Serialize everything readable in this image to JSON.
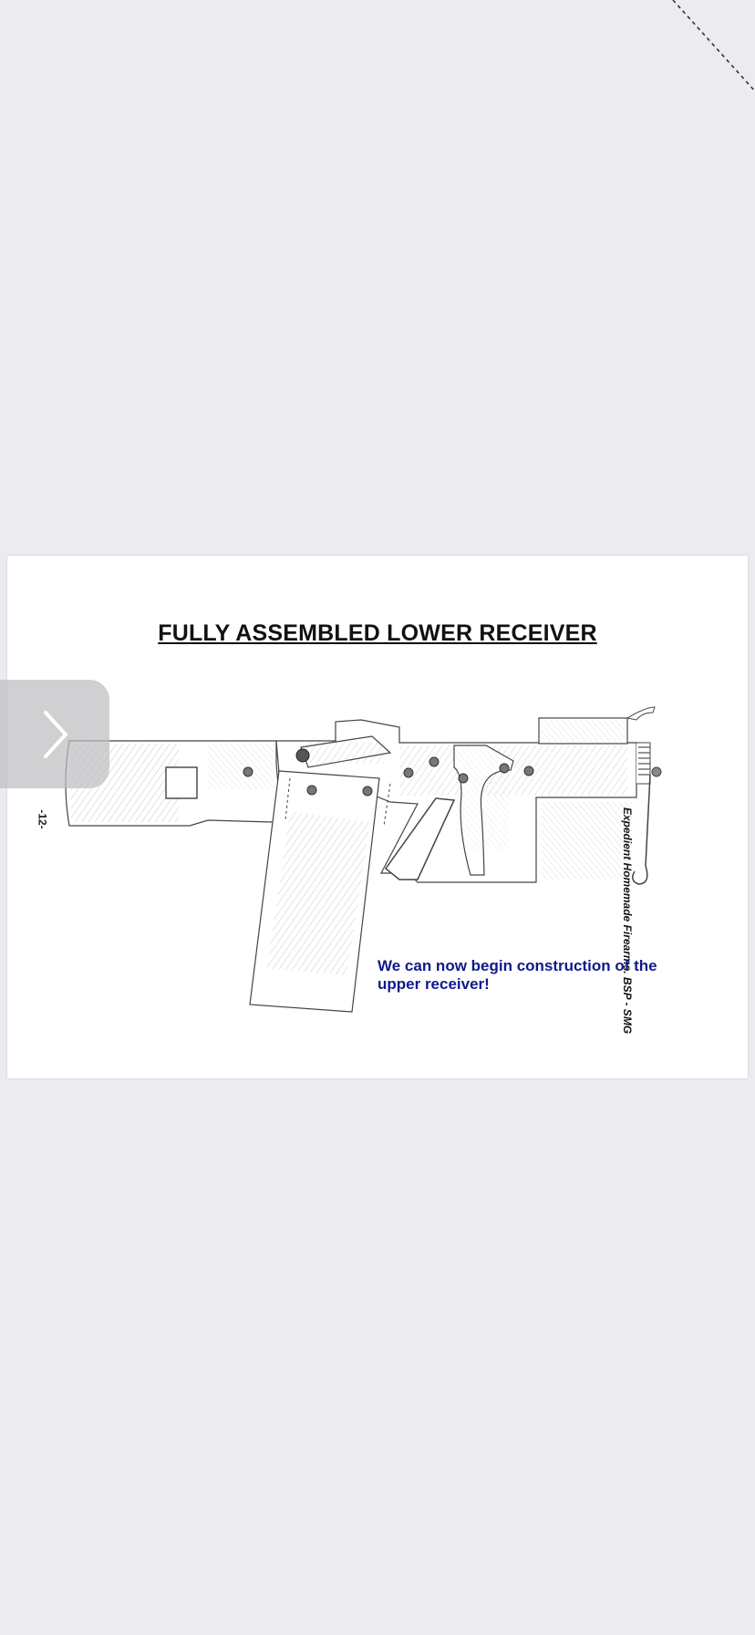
{
  "document": {
    "title": "FULLY ASSEMBLED LOWER RECEIVER",
    "page_number": "-12-",
    "side_caption": "Expedient Homemade Firearms. BSP - SMG",
    "body_text": "We can now begin construction of the upper receiver!"
  },
  "controls": {
    "next_icon": "chevron-right-icon"
  },
  "colors": {
    "background": "#ebebf0",
    "page": "#ffffff",
    "body_text": "#0f1a8a"
  }
}
